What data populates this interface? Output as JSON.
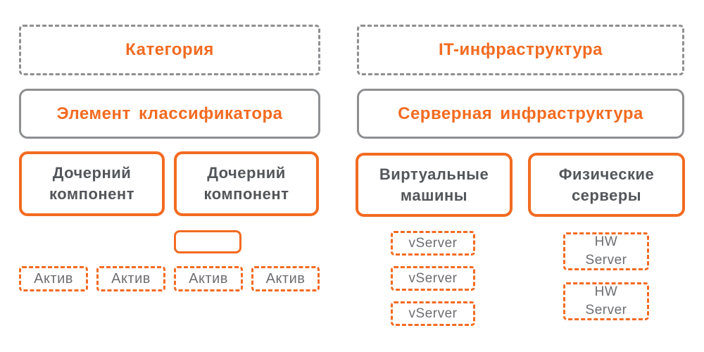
{
  "colors": {
    "orange": "#f26b21",
    "gray_border": "#8e8f91",
    "dark_text": "#53565a",
    "gray_text": "#6d6e71"
  },
  "left_column": {
    "category": {
      "label": "Категория"
    },
    "classifier": {
      "label": "Элемент классификатора"
    },
    "children": [
      {
        "label": "Дочерний\nкомпонент"
      },
      {
        "label": "Дочерний\nкомпонент"
      }
    ],
    "small_box": {
      "label": ""
    },
    "assets": [
      {
        "label": "Актив"
      },
      {
        "label": "Актив"
      },
      {
        "label": "Актив"
      },
      {
        "label": "Актив"
      }
    ]
  },
  "right_column": {
    "category": {
      "label": "IT-инфраструктура"
    },
    "classifier": {
      "label": "Серверная инфраструктура"
    },
    "children": [
      {
        "label": "Виртуальные\nмашины"
      },
      {
        "label": "Физические\nсерверы"
      }
    ],
    "vservers": [
      {
        "label": "vServer"
      },
      {
        "label": "vServer"
      },
      {
        "label": "vServer"
      }
    ],
    "hw_servers": [
      {
        "label": "HW\nServer"
      },
      {
        "label": "HW\nServer"
      }
    ]
  }
}
